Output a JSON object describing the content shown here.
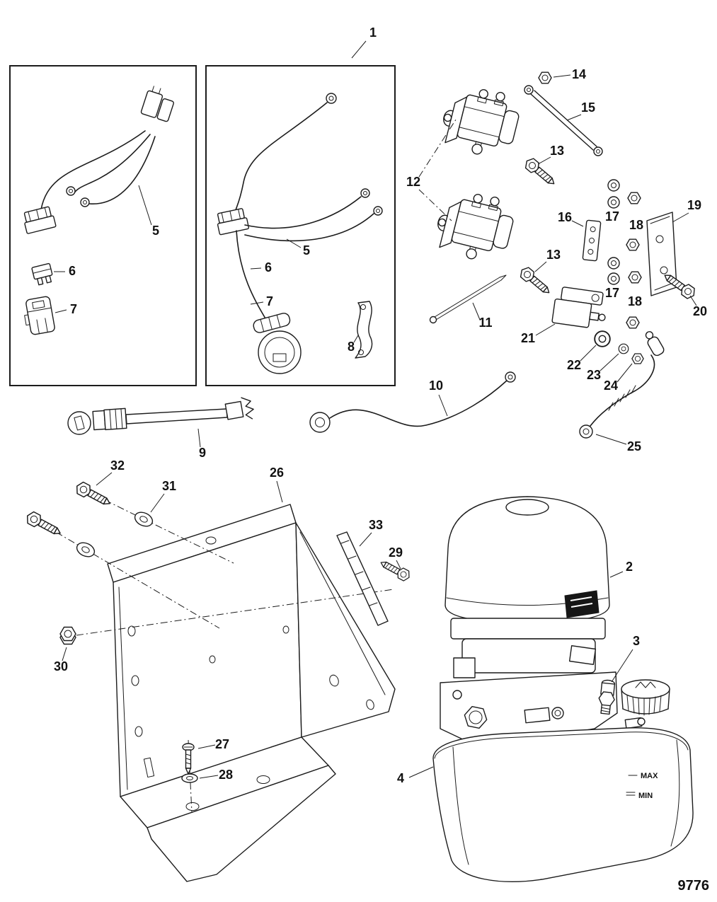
{
  "figure": {
    "drawing_number": "9776",
    "callouts": {
      "1": "1",
      "2": "2",
      "3": "3",
      "4": "4",
      "5": "5",
      "6": "6",
      "7": "7",
      "8": "8",
      "9": "9",
      "10": "10",
      "11": "11",
      "12": "12",
      "13": "13",
      "14": "14",
      "15": "15",
      "16": "16",
      "17": "17",
      "18": "18",
      "19": "19",
      "20": "20",
      "21": "21",
      "22": "22",
      "23": "23",
      "24": "24",
      "25": "25",
      "26": "26",
      "27": "27",
      "28": "28",
      "29": "29",
      "30": "30",
      "31": "31",
      "32": "32",
      "33": "33"
    },
    "reservoir": {
      "max_label": "MAX",
      "min_label": "MIN"
    }
  }
}
